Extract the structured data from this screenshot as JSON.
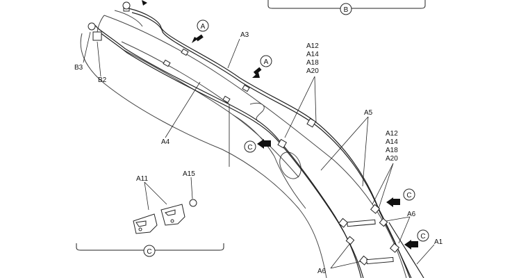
{
  "labels": {
    "a1": "A1",
    "a3": "A3",
    "a4": "A4",
    "a5": "A5",
    "a6_right": "A6",
    "a6_bottom": "A6",
    "a11": "A11",
    "a15": "A15",
    "b2": "B2",
    "b3": "B3",
    "stack_top": [
      "A12",
      "A14",
      "A18",
      "A20"
    ],
    "stack_mid": [
      "A12",
      "A14",
      "A18",
      "A20"
    ]
  },
  "callouts": {
    "a_top": "A",
    "a_mid": "A",
    "b_bracket": "B",
    "c_left": "C",
    "c_right_top": "C",
    "c_right_bottom": "C",
    "c_bracket": "C"
  }
}
